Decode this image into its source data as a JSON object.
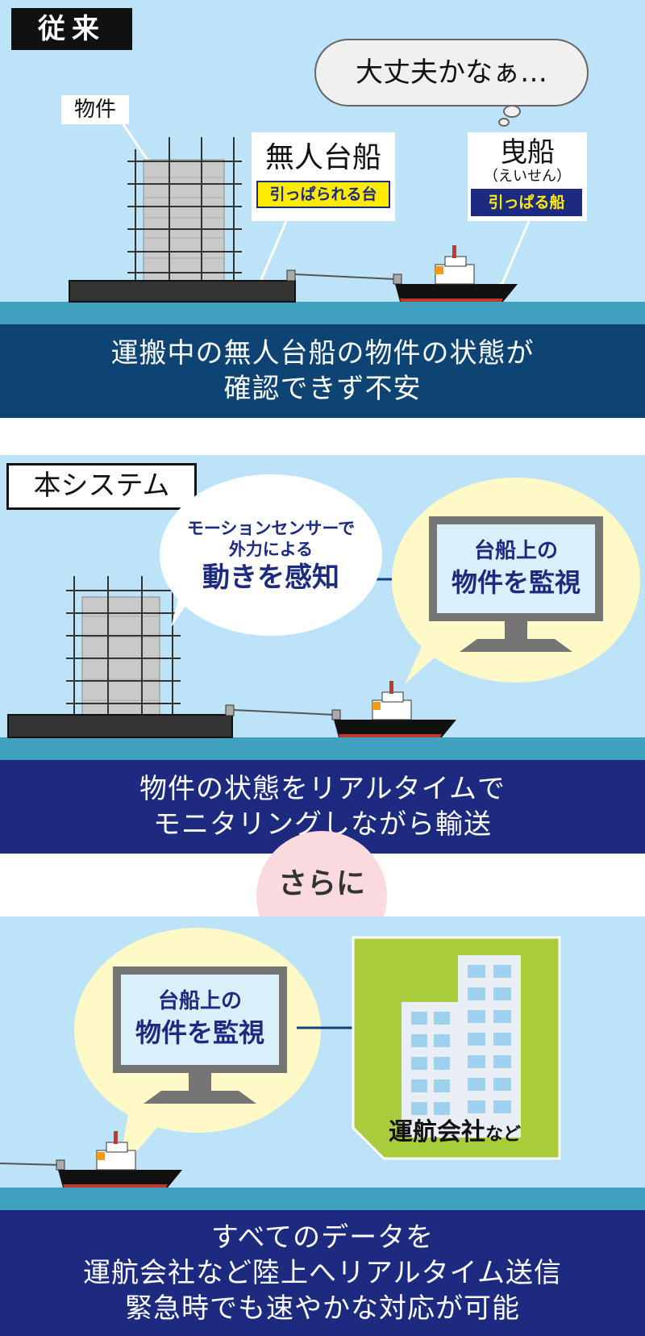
{
  "section1": {
    "title": "従来",
    "label_property": "物件",
    "thought": "大丈夫かなぁ…",
    "barge_label": "無人台船",
    "barge_tag": "引っぱられる台",
    "tug_label": "曳船",
    "tug_reading": "（えいせん）",
    "tug_tag": "引っぱる船",
    "caption_line1": "運搬中の無人台船の物件の状態が",
    "caption_line2": "確認できず不安"
  },
  "section2": {
    "title": "本システム",
    "sensor_line1": "モーションセンサーで",
    "sensor_line2": "外力による",
    "sensor_line3": "動きを感知",
    "monitor_line1": "台船上の",
    "monitor_line2": "物件を監視",
    "caption_line1": "物件の状態をリアルタイムで",
    "caption_line2": "モニタリングしながら輸送"
  },
  "furthermore": "さらに",
  "section3": {
    "monitor_line1": "台船上の",
    "monitor_line2": "物件を監視",
    "company_label": "運航会社",
    "company_suffix": "など",
    "caption_line1": "すべてのデータを",
    "caption_line2": "運航会社など陸上へリアルタイム送信",
    "caption_line3": "緊急時でも速やかな対応が可能"
  },
  "colors": {
    "sky": "#bde3f8",
    "water": "#40a0bf",
    "navy_band": "#0d4474",
    "indigo_band": "#1c2a80",
    "tag_yellow": "#ffeb00",
    "bubble_yellow": "#fff9c8",
    "company_green": "#a9cc3b",
    "furthermore_pink": "#fadadf"
  }
}
